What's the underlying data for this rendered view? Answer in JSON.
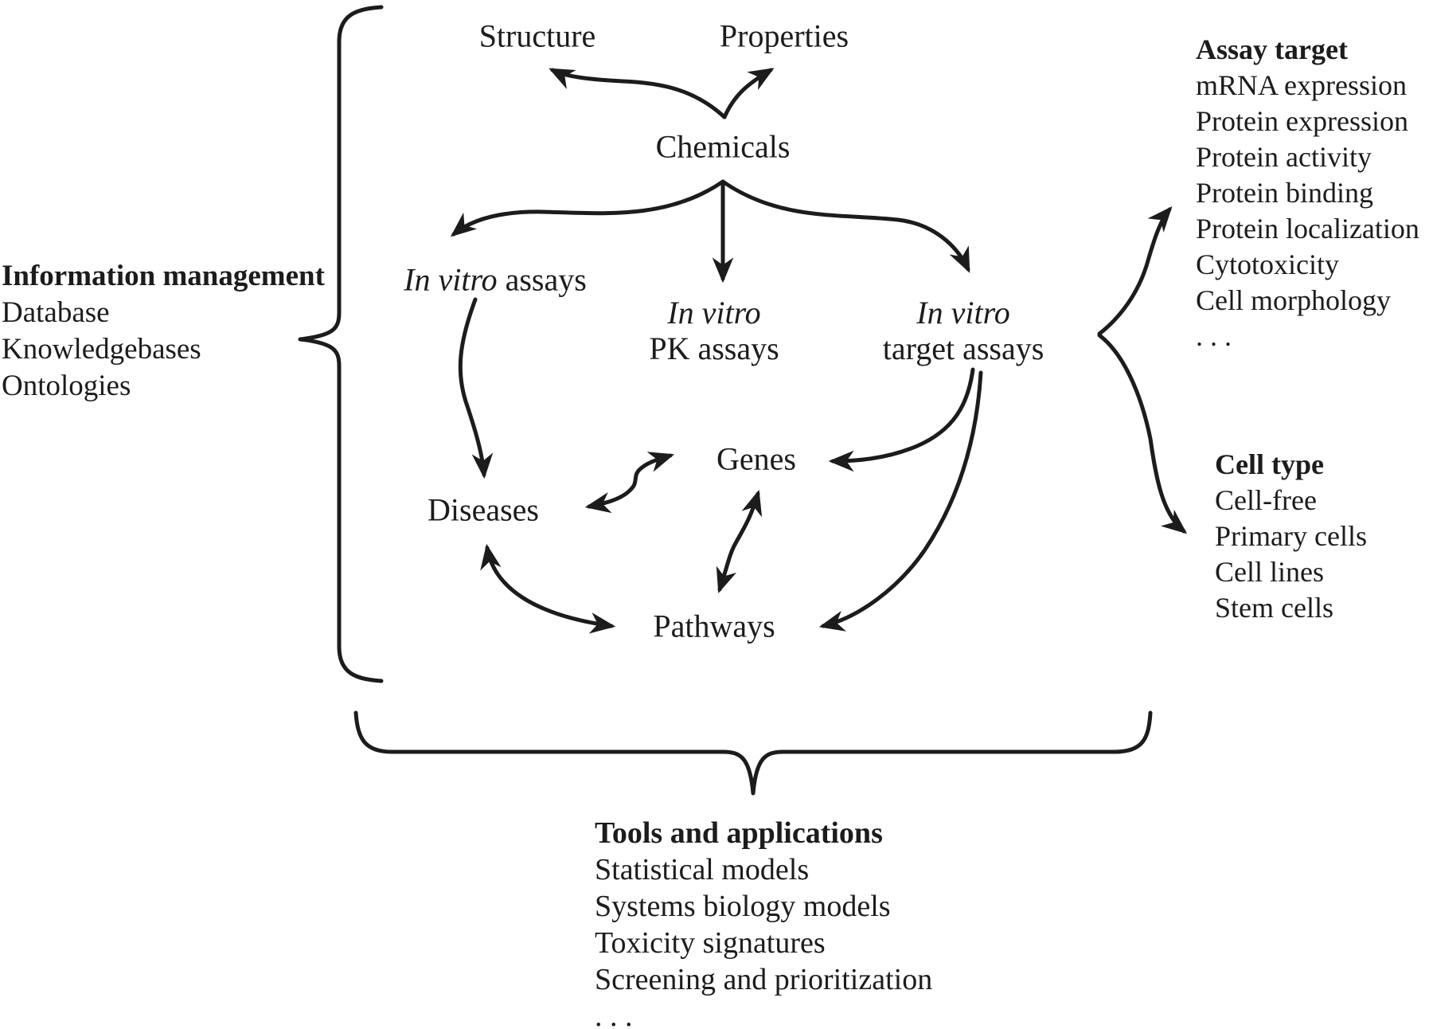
{
  "figure": {
    "background": "#ffffff",
    "ink_color": "#1c1c1c"
  },
  "nodes": {
    "structure": {
      "label": "Structure"
    },
    "properties": {
      "label": "Properties"
    },
    "chemicals": {
      "label": "Chemicals"
    },
    "in_vitro_assays": {
      "italic": "In vitro",
      "rest": " assays"
    },
    "in_vitro_pk_assays": {
      "italic": "In vitro",
      "line2": "PK assays"
    },
    "in_vitro_target_assays": {
      "italic": "In vitro",
      "line2": "target assays"
    },
    "genes": {
      "label": "Genes"
    },
    "diseases": {
      "label": "Diseases"
    },
    "pathways": {
      "label": "Pathways"
    }
  },
  "information_management": {
    "title": "Information management",
    "items": [
      "Database",
      "Knowledgebases",
      "Ontologies"
    ]
  },
  "assay_target": {
    "title": "Assay target",
    "items": [
      "mRNA expression",
      "Protein expression",
      "Protein activity",
      "Protein binding",
      "Protein localization",
      "Cytotoxicity",
      "Cell morphology",
      ". . ."
    ]
  },
  "cell_type": {
    "title": "Cell type",
    "items": [
      "Cell-free",
      "Primary cells",
      "Cell lines",
      "Stem cells"
    ]
  },
  "tools_and_applications": {
    "title": "Tools and applications",
    "items": [
      "Statistical models",
      "Systems biology models",
      "Toxicity signatures",
      "Screening and prioritization",
      ". . ."
    ]
  }
}
